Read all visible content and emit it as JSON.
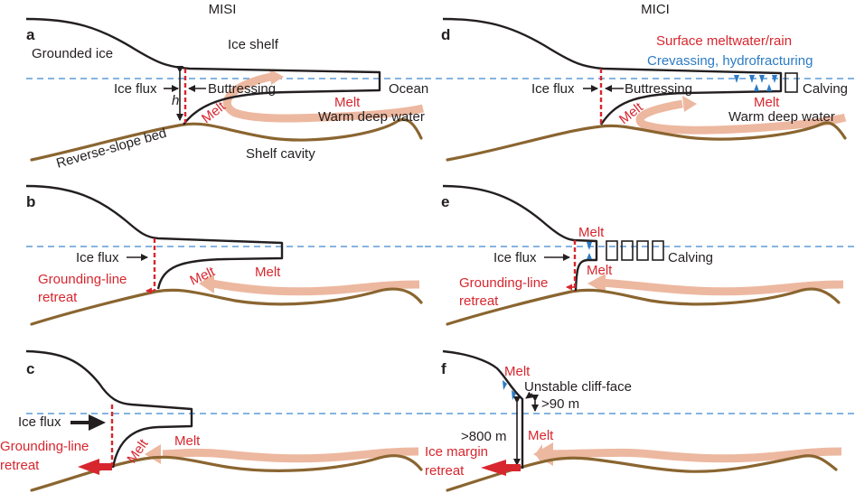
{
  "figure": {
    "columns": [
      {
        "title": "MISI"
      },
      {
        "title": "MICI"
      }
    ],
    "colors": {
      "ice": "#231f20",
      "bed": "#8a6530",
      "sea_level": "#3b86cf",
      "grounding_line": "#d7262e",
      "warm_water": "#edb8a0",
      "red_label": "#d7262e",
      "blue_label": "#2b7bc4"
    },
    "panels": {
      "a": {
        "letter": "a",
        "grounded_ice": "Grounded ice",
        "ice_shelf": "Ice shelf",
        "ice_flux": "Ice flux",
        "buttressing": "Buttressing",
        "ocean": "Ocean",
        "h": "h",
        "melt_1": "Melt",
        "melt_2": "Melt",
        "warm_deep_water": "Warm deep water",
        "reverse_slope_bed": "Reverse-slope bed",
        "shelf_cavity": "Shelf cavity"
      },
      "b": {
        "letter": "b",
        "ice_flux": "Ice flux",
        "melt_1": "Melt",
        "melt_2": "Melt",
        "gl_retreat_1": "Grounding-line",
        "gl_retreat_2": "retreat"
      },
      "c": {
        "letter": "c",
        "ice_flux": "Ice flux",
        "melt_1": "Melt",
        "melt_2": "Melt",
        "gl_retreat_1": "Grounding-line",
        "gl_retreat_2": "retreat"
      },
      "d": {
        "letter": "d",
        "surface_meltwater": "Surface meltwater/rain",
        "crevassing": "Crevassing, hydrofracturing",
        "ice_flux": "Ice flux",
        "buttressing": "Buttressing",
        "calving": "Calving",
        "melt_1": "Melt",
        "melt_2": "Melt",
        "warm_deep_water": "Warm deep water"
      },
      "e": {
        "letter": "e",
        "ice_flux": "Ice flux",
        "melt_top": "Melt",
        "melt_bottom": "Melt",
        "calving": "Calving",
        "gl_retreat_1": "Grounding-line",
        "gl_retreat_2": "retreat"
      },
      "f": {
        "letter": "f",
        "melt_top": "Melt",
        "unstable_cliff": "Unstable cliff-face",
        "above_90": ">90 m",
        "above_800": ">800 m",
        "melt_face": "Melt",
        "ice_margin_1": "Ice margin",
        "ice_margin_2": "retreat"
      }
    }
  }
}
